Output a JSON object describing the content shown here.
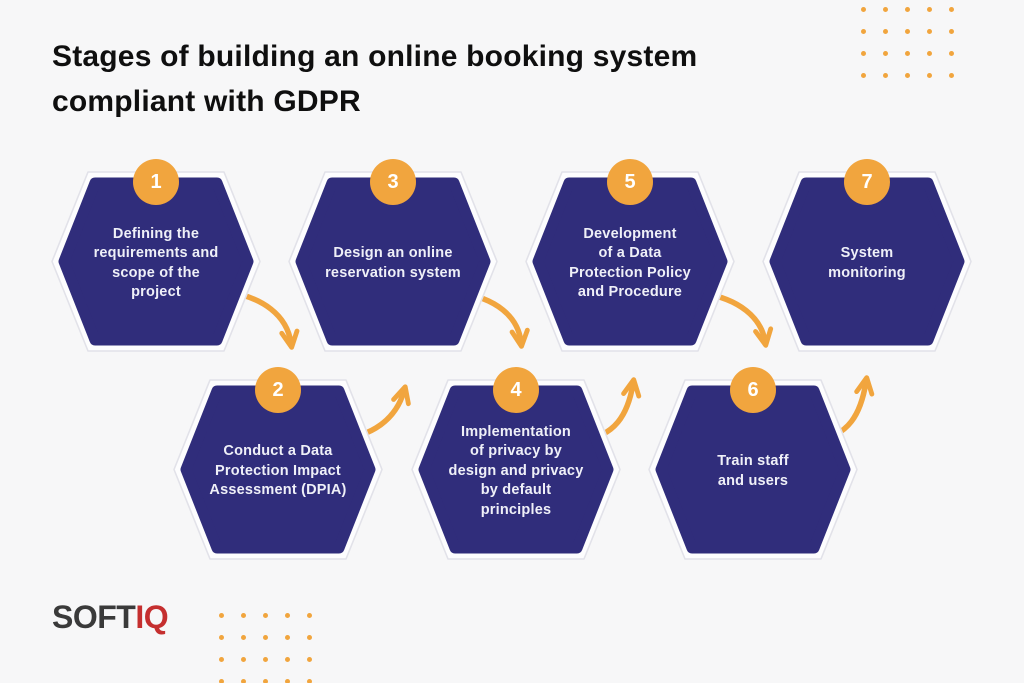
{
  "title": "Stages of building an online booking system compliant with GDPR",
  "stages": [
    {
      "number": "1",
      "label": "Defining the\nrequirements and\nscope of the\nproject"
    },
    {
      "number": "2",
      "label": "Conduct a Data\nProtection Impact\nAssessment (DPIA)"
    },
    {
      "number": "3",
      "label": "Design an online\nreservation system"
    },
    {
      "number": "4",
      "label": "Implementation\nof privacy by\ndesign and privacy\nby default\nprinciples"
    },
    {
      "number": "5",
      "label": "Development\nof a Data\nProtection Policy\nand Procedure"
    },
    {
      "number": "6",
      "label": "Train staff\nand users"
    },
    {
      "number": "7",
      "label": "System\nmonitoring"
    }
  ],
  "logo": {
    "part1": "SOFT",
    "part2": "IQ"
  },
  "colors": {
    "background": "#F7F7F8",
    "hexagon_fill": "#302D7B",
    "hexagon_ring_stroke": "#E2E2E9",
    "accent_orange": "#F1A53E",
    "title_text": "#0F0F0F",
    "hex_label_text": "#EFF0F8",
    "logo_dark": "#3A3A3A",
    "logo_red": "#C52F2F"
  }
}
